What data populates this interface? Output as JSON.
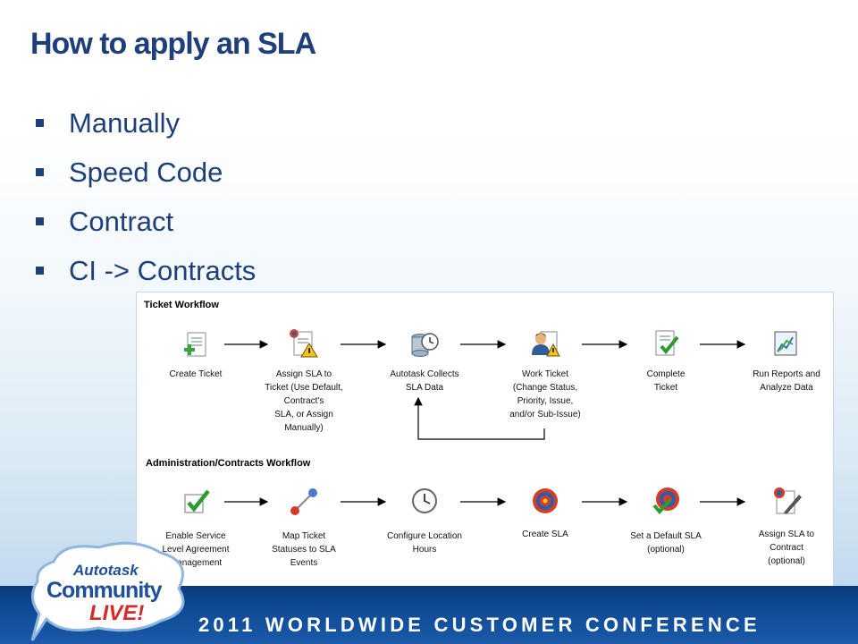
{
  "slide": {
    "title": "How to apply an SLA",
    "bullets": [
      "Manually",
      "Speed Code",
      "Contract",
      "CI -> Contracts"
    ],
    "footer": "2011 WORLDWIDE CUSTOMER CONFERENCE"
  },
  "logo": {
    "line1": "Autotask",
    "line2": "Community",
    "line3": "LIVE!"
  },
  "ticket_workflow": {
    "heading": "Ticket Workflow",
    "steps": [
      {
        "label": "Create Ticket",
        "icon": "create-ticket-icon"
      },
      {
        "label": "Assign SLA to\nTicket (Use Default,\nContract's\nSLA, or Assign\nManually)",
        "icon": "assign-sla-warning-icon"
      },
      {
        "label": "Autotask Collects\nSLA Data",
        "icon": "database-clock-icon"
      },
      {
        "label": "Work Ticket\n(Change Status,\nPriority, Issue,\nand/or Sub-Issue)",
        "icon": "user-warning-icon"
      },
      {
        "label": "Complete\nTicket",
        "icon": "completed-checklist-icon"
      },
      {
        "label": "Run Reports and\nAnalyze Data",
        "icon": "report-chart-icon"
      }
    ]
  },
  "admin_workflow": {
    "heading": "Administration/Contracts Workflow",
    "steps": [
      {
        "label": "Enable Service\nLevel Agreement\nManagement",
        "icon": "checkbox-check-icon"
      },
      {
        "label": "Map Ticket\nStatuses to SLA\nEvents",
        "icon": "map-link-icon"
      },
      {
        "label": "Configure Location\nHours",
        "icon": "clock-icon"
      },
      {
        "label": "Create SLA",
        "icon": "target-icon"
      },
      {
        "label": "Set a Default SLA\n(optional)",
        "icon": "target-check-icon"
      },
      {
        "label": "Assign SLA to\nContract\n(optional)",
        "icon": "target-pen-icon"
      }
    ]
  },
  "colors": {
    "title": "#1e3f7a",
    "footer_band": "#0f4a95"
  }
}
